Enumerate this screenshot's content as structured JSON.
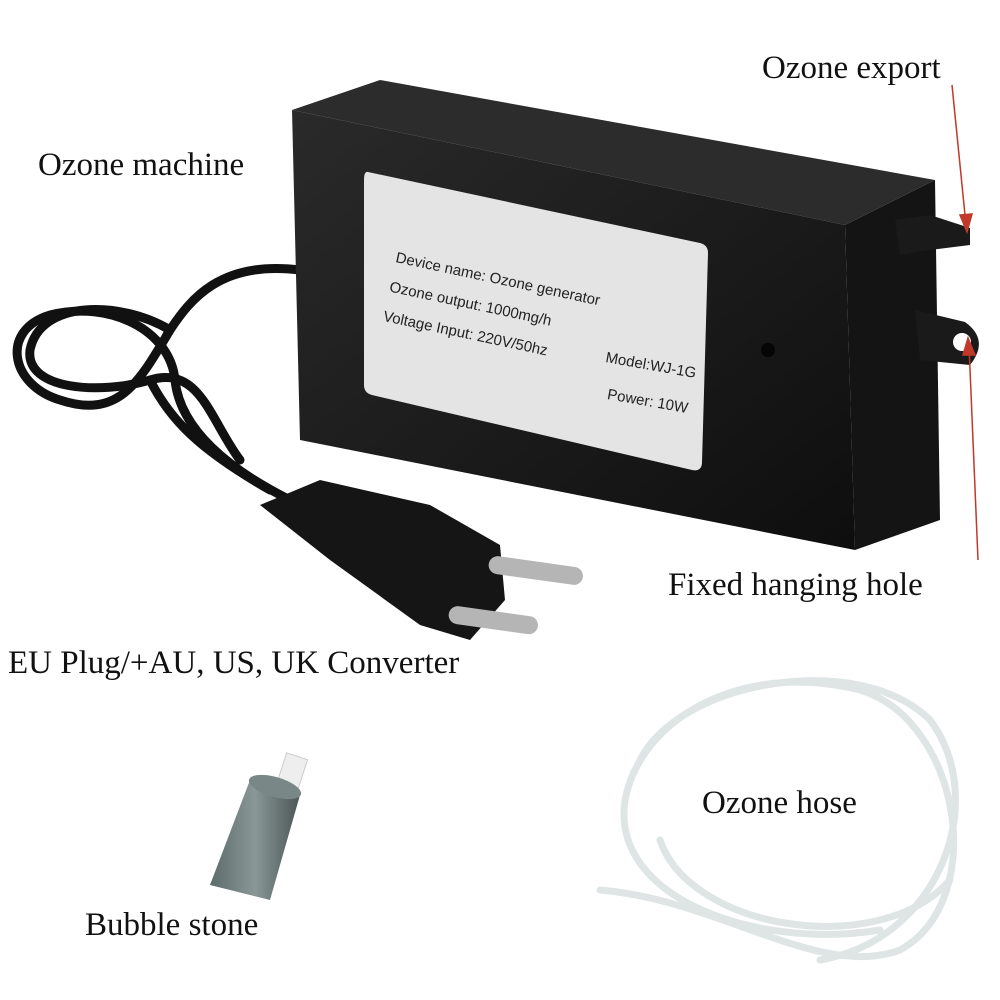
{
  "captions": {
    "ozone_export": "Ozone export",
    "ozone_machine": "Ozone machine",
    "fixed_hanging_hole": "Fixed hanging hole",
    "plug": "EU Plug/+AU, US, UK Converter",
    "ozone_hose": "Ozone hose",
    "bubble_stone": "Bubble stone"
  },
  "device_label": {
    "device_name": "Device name: Ozone generator",
    "ozone_output": "Ozone output: 1000mg/h",
    "voltage_input": "Voltage Input: 220V/50hz",
    "model": "Model:WJ-1G",
    "power": "Power: 10W"
  },
  "colors": {
    "arrow": "#c0392b",
    "device": "#1a1a1a",
    "label": "#e4e4e4"
  }
}
